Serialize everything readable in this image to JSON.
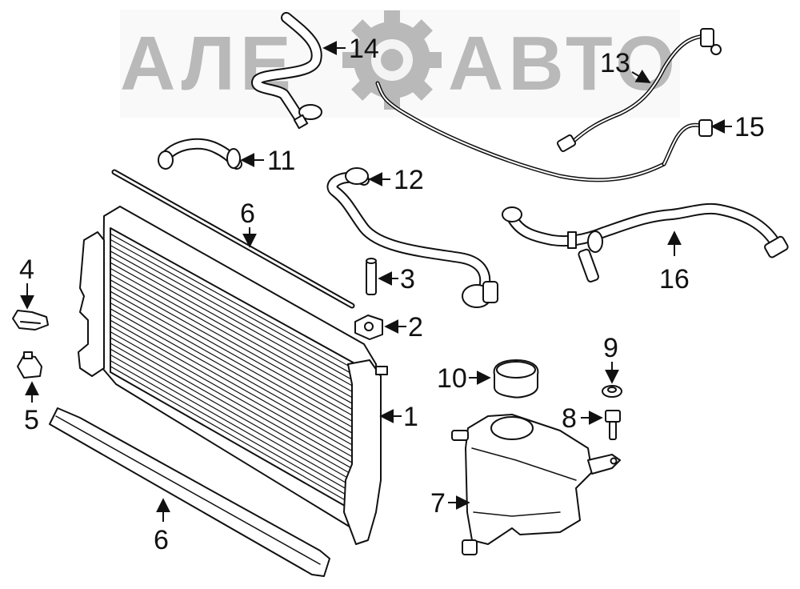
{
  "watermark": {
    "left_text": "АЛЕ",
    "right_text": "АВТО",
    "color": "#b9b9b9"
  },
  "callouts": {
    "c1": "1",
    "c2": "2",
    "c3": "3",
    "c4": "4",
    "c5": "5",
    "c6_top": "6",
    "c6_bottom": "6",
    "c7": "7",
    "c8": "8",
    "c9": "9",
    "c10": "10",
    "c11": "11",
    "c12": "12",
    "c13": "13",
    "c14": "14",
    "c15": "15",
    "c16": "16"
  },
  "colors": {
    "ink": "#111111",
    "paper": "#ffffff"
  }
}
